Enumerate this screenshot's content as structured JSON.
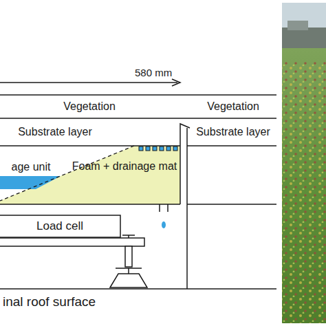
{
  "diagram": {
    "nodes": [
      {
        "text": [
          "Vegetation"
        ]
      },
      {
        "text": [
          "Vegetation"
        ]
      },
      {
        "text": [
          "Substrate layer"
        ]
      },
      {
        "text": [
          "Substrate layer"
        ]
      },
      {
        "text": [
          "age unit"
        ]
      },
      {
        "text": [
          "Foam + drainage mat"
        ]
      },
      {
        "text": [
          "Load cell"
        ]
      }
    ],
    "labels": [
      "580 mm",
      "inal roof surface"
    ]
  }
}
